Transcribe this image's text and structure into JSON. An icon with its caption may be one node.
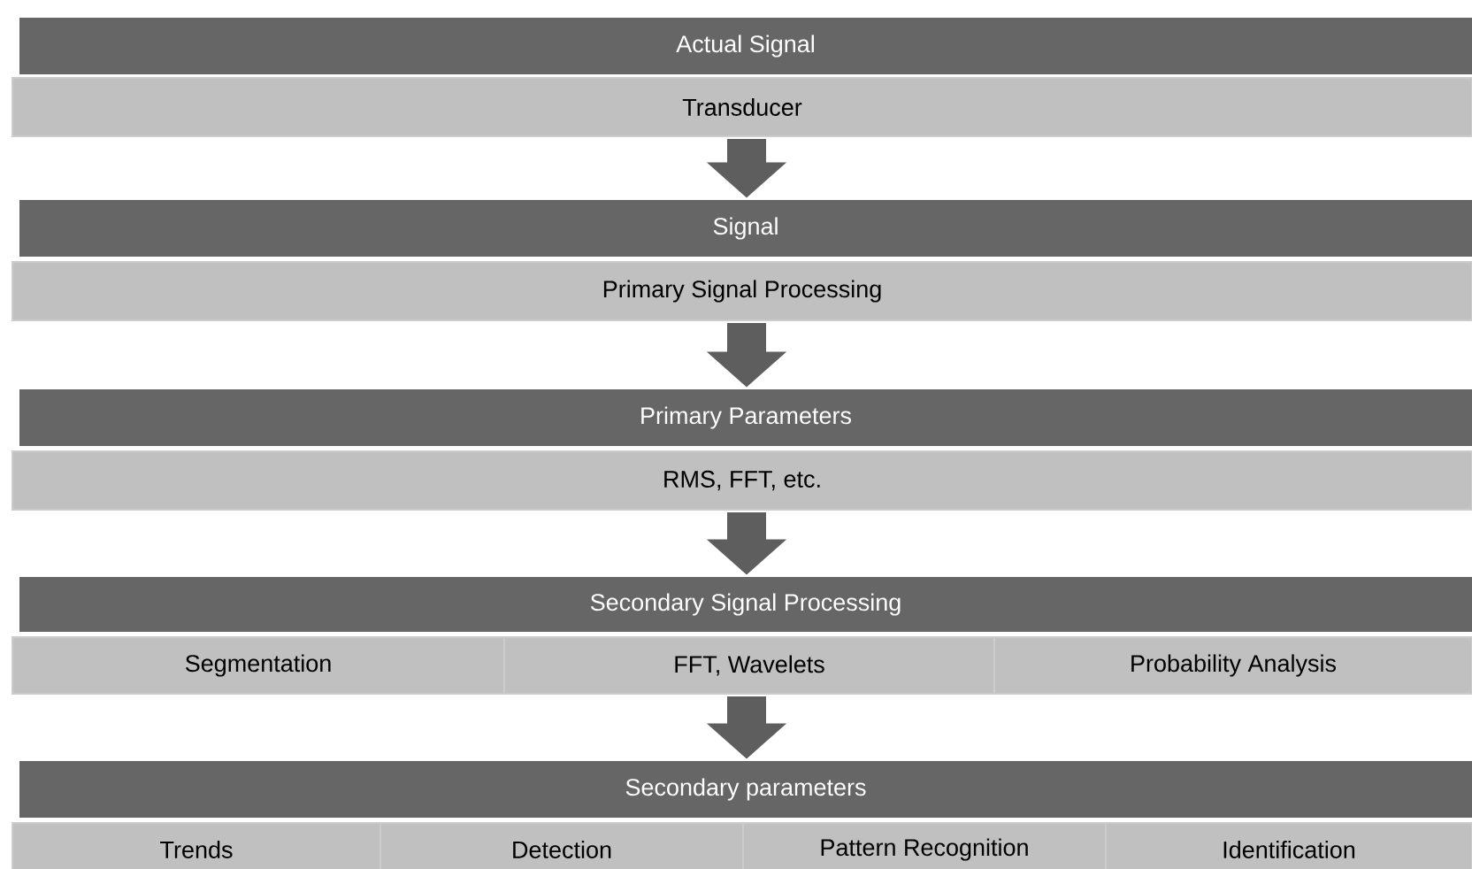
{
  "diagram": {
    "nodes": [
      {
        "text": [
          "Actual Signal"
        ]
      },
      {
        "text": [
          "Transducer"
        ]
      },
      {
        "text": [
          "Signal"
        ]
      },
      {
        "text": [
          "Primary Signal Processing"
        ]
      },
      {
        "text": [
          "Primary Parameters"
        ]
      },
      {
        "text": [
          "RMS, FFT, etc."
        ]
      },
      {
        "text": [
          "Secondary Signal Processing"
        ]
      },
      {
        "text": [
          "Segmentation"
        ]
      },
      {
        "text": [
          "FFT, Wavelets"
        ]
      },
      {
        "text": [
          "Probability Analysis"
        ]
      },
      {
        "text": [
          "Secondary parameters"
        ]
      },
      {
        "text": [
          "Trends"
        ]
      },
      {
        "text": [
          "Detection"
        ]
      },
      {
        "text": [
          "Pattern Recognition"
        ]
      },
      {
        "text": [
          "Identification"
        ]
      }
    ],
    "edges": [
      {
        "from": 1,
        "to": 2,
        "arrow": "to"
      },
      {
        "from": 3,
        "to": 4,
        "arrow": "to"
      },
      {
        "from": 5,
        "to": 6,
        "arrow": "to"
      },
      {
        "from": 8,
        "to": 10,
        "arrow": "to"
      }
    ]
  }
}
